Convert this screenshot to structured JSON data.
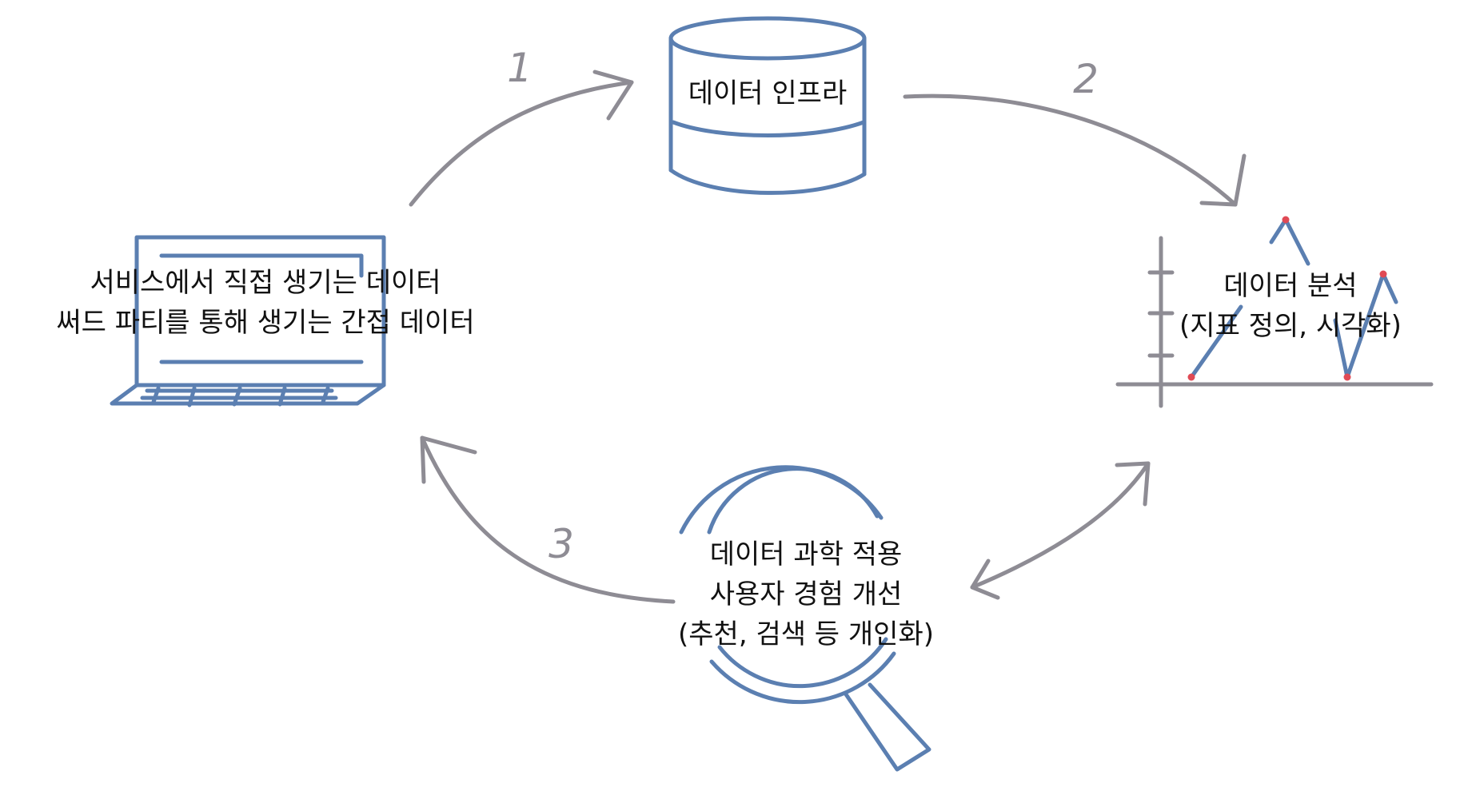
{
  "colors": {
    "node_stroke": "#5b7fb1",
    "arrow_stroke": "#8e8c94",
    "marker": "#e04a55",
    "text": "#111111"
  },
  "nodes": {
    "data_infra": {
      "icon": "database-icon",
      "label": "데이터 인프라"
    },
    "data_source": {
      "icon": "laptop-icon",
      "lines": [
        "서비스에서 직접 생기는 데이터",
        "써드 파티를 통해 생기는 간접 데이터"
      ]
    },
    "data_analysis": {
      "icon": "line-chart-icon",
      "lines": [
        "데이터 분석",
        "(지표 정의, 시각화)"
      ]
    },
    "data_science": {
      "icon": "magnifier-icon",
      "lines": [
        "데이터 과학 적용",
        "사용자 경험 개선",
        "(추천, 검색 등 개인화)"
      ]
    }
  },
  "steps": [
    "1",
    "2",
    "3"
  ]
}
